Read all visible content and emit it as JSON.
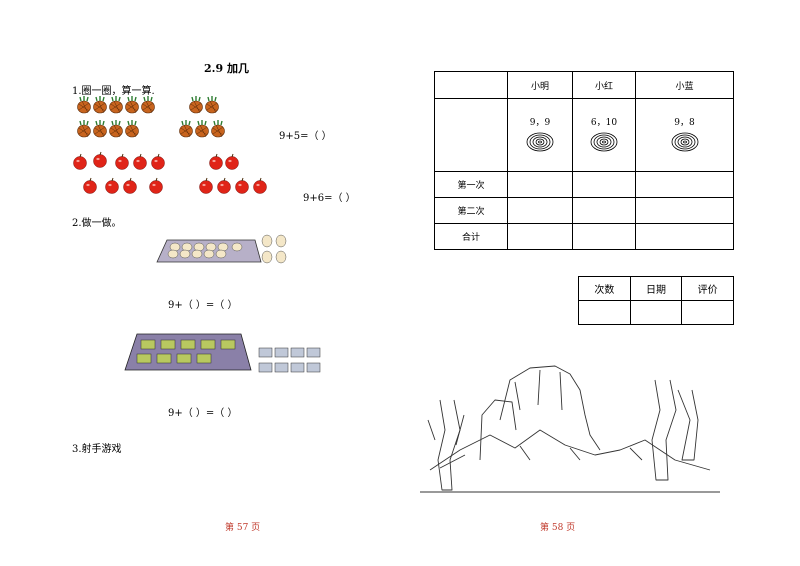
{
  "left": {
    "title": "2.9 加几",
    "q1": "1.圈一圈，算一算.",
    "eq1": "9+5=（      ）",
    "eq2": "9+6=（      ）",
    "q2": "2.做一做。",
    "eq3": "9+（      ）=（      ）",
    "eq4": "9+（      ）=（      ）",
    "q3": "3.射手游戏",
    "page": "第 57 页"
  },
  "right": {
    "score_table": {
      "headers": [
        "小明",
        "小红",
        "小蓝"
      ],
      "scores": [
        "9，9",
        "6，10",
        "9，8"
      ],
      "rows": [
        "第一次",
        "第二次",
        "合计"
      ]
    },
    "eval_table": {
      "headers": [
        "次数",
        "日期",
        "评价"
      ]
    },
    "page": "第 58 页"
  },
  "colors": {
    "pineapple": "#c8641e",
    "apple": "#e02418",
    "tray": "#8a80a8",
    "page_number": "#c0392b"
  }
}
